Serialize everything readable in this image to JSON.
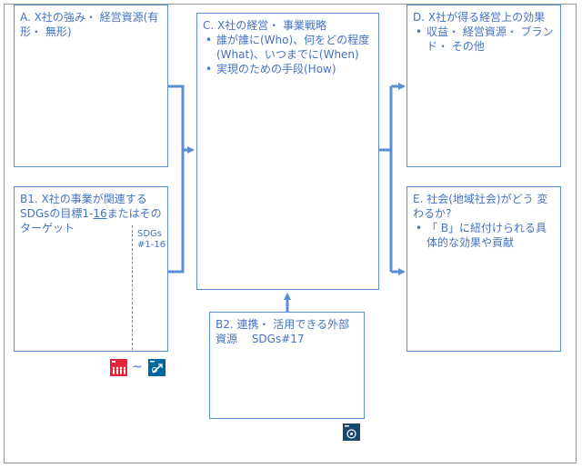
{
  "box_a": {
    "text": "A. X社の強み・ 経営資源(有形・ 無形)"
  },
  "box_b1": {
    "pre": "B1. X社の事業が関連する SDGsの目標1-",
    "underlined": "16",
    "post": "またはそのターゲット"
  },
  "sdgs_label": {
    "line1": "SDGs",
    "line2": "#1-16"
  },
  "box_c": {
    "title": "C. X社の経営・ 事業戦略",
    "items": [
      "誰が誰に(Who)、何をどの程度(What)、いつまでに(When)",
      "実現のための手段(How)"
    ]
  },
  "box_d": {
    "title": "D. X社が得る経営上の効果",
    "items": [
      "収益・ 経営資源・ ブランド・ その他"
    ]
  },
  "box_e": {
    "title": "E. 社会(地域社会)がどう 変わるか?",
    "items": [
      "「 B」に紐付けられる具体的な効果や貢献"
    ]
  },
  "box_b2": {
    "text": "B2. 連携・ 活用できる外部資源　 SDGs#17"
  },
  "tilde": "~",
  "colors": {
    "accent": "#4472c4",
    "border": "#5b8fd1",
    "sdg1": "#e5243b",
    "sdg16": "#00689d",
    "sdg17": "#19486a"
  },
  "icons": [
    "sdg-1-icon",
    "sdg-16-icon",
    "sdg-17-icon"
  ]
}
